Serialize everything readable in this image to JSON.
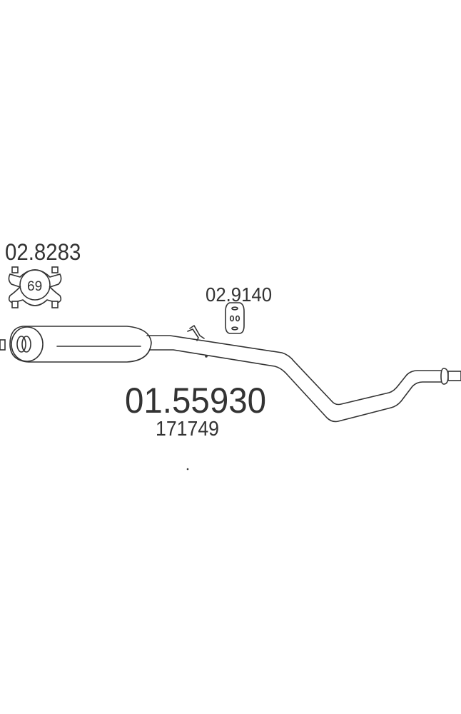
{
  "parts": {
    "clamp": {
      "part_number": "02.8283",
      "size_label": "69"
    },
    "hanger": {
      "part_number": "02.9140"
    },
    "muffler": {
      "part_number": "01.55930",
      "oe_number": "171749"
    }
  },
  "colors": {
    "line": "#333333",
    "background": "#ffffff"
  }
}
